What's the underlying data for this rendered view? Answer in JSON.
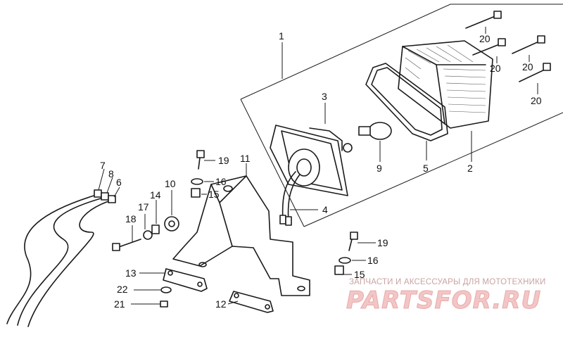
{
  "callouts": [
    {
      "id": "1",
      "label": "1"
    },
    {
      "id": "2",
      "label": "2"
    },
    {
      "id": "3",
      "label": "3"
    },
    {
      "id": "4",
      "label": "4"
    },
    {
      "id": "5",
      "label": "5"
    },
    {
      "id": "6",
      "label": "6"
    },
    {
      "id": "7",
      "label": "7"
    },
    {
      "id": "8",
      "label": "8"
    },
    {
      "id": "9",
      "label": "9"
    },
    {
      "id": "10",
      "label": "10"
    },
    {
      "id": "11",
      "label": "11"
    },
    {
      "id": "12",
      "label": "12"
    },
    {
      "id": "13",
      "label": "13"
    },
    {
      "id": "14",
      "label": "14"
    },
    {
      "id": "15a",
      "label": "15"
    },
    {
      "id": "15b",
      "label": "15"
    },
    {
      "id": "16a",
      "label": "16"
    },
    {
      "id": "16b",
      "label": "16"
    },
    {
      "id": "17",
      "label": "17"
    },
    {
      "id": "18",
      "label": "18"
    },
    {
      "id": "19a",
      "label": "19"
    },
    {
      "id": "19b",
      "label": "19"
    },
    {
      "id": "20a",
      "label": "20"
    },
    {
      "id": "20b",
      "label": "20"
    },
    {
      "id": "20c",
      "label": "20"
    },
    {
      "id": "20d",
      "label": "20"
    },
    {
      "id": "21",
      "label": "21"
    },
    {
      "id": "22",
      "label": "22"
    }
  ],
  "watermark": {
    "tagline": "ЗАПЧАСТИ И АКСЕССУАРЫ ДЛЯ МОТОТЕХНИКИ",
    "brand": "PARTSFOR.RU"
  }
}
